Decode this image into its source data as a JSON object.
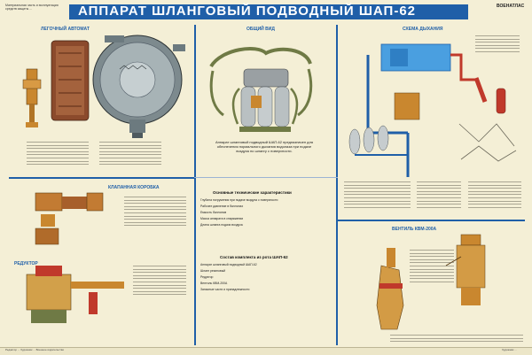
{
  "header": {
    "title": "АППАРАТ ШЛАНГОВЫЙ ПОДВОДНЫЙ ШАП-62",
    "series_label": "ВОЕНАТЛАС",
    "top_note": "Материальная часть и эксплуатация средств защиты ..."
  },
  "sections": {
    "legochny": "ЛЕГОЧНЫЙ АВТОМАТ",
    "obshchiy": "ОБЩИЙ ВИД",
    "skhema": "СХЕМА ДЫХАНИЯ",
    "klapannaya": "КЛАПАННАЯ КОРОБКА",
    "reduktor": "РЕДУКТОР",
    "ventil": "ВЕНТИЛЬ КВМ-200А"
  },
  "general_caption": "Аппарат шланговый подводный ШАП-62 предназначен для обеспечения нормального дыхания водолаза при подаче воздуха по шлангу с поверхности.",
  "specs": {
    "title": "Основные технические характеристики",
    "rows": [
      "Глубина погружения при подаче воздуха с поверхности",
      "Рабочее давление в баллонах",
      "Емкость баллонов",
      "Масса аппарата в снаряжении",
      "Длина шланга подачи воздуха"
    ],
    "kit_title": "Состав комплекта из рота ШАП-62",
    "kit_rows": [
      "Аппарат шланговый подводный ШАП-62",
      "Шланг резиновый",
      "Редуктор",
      "Вентиль КВМ-200А",
      "Запасные части и принадлежности"
    ]
  },
  "footer": {
    "print_note": "Редактор ... Художник ... Военное издательство",
    "artist": "Художник ..."
  },
  "colors": {
    "blue": "#1f5fa8",
    "brass": "#c9872f",
    "red": "#c0392b",
    "green": "#6f7a45",
    "paper": "#f4efd6"
  }
}
